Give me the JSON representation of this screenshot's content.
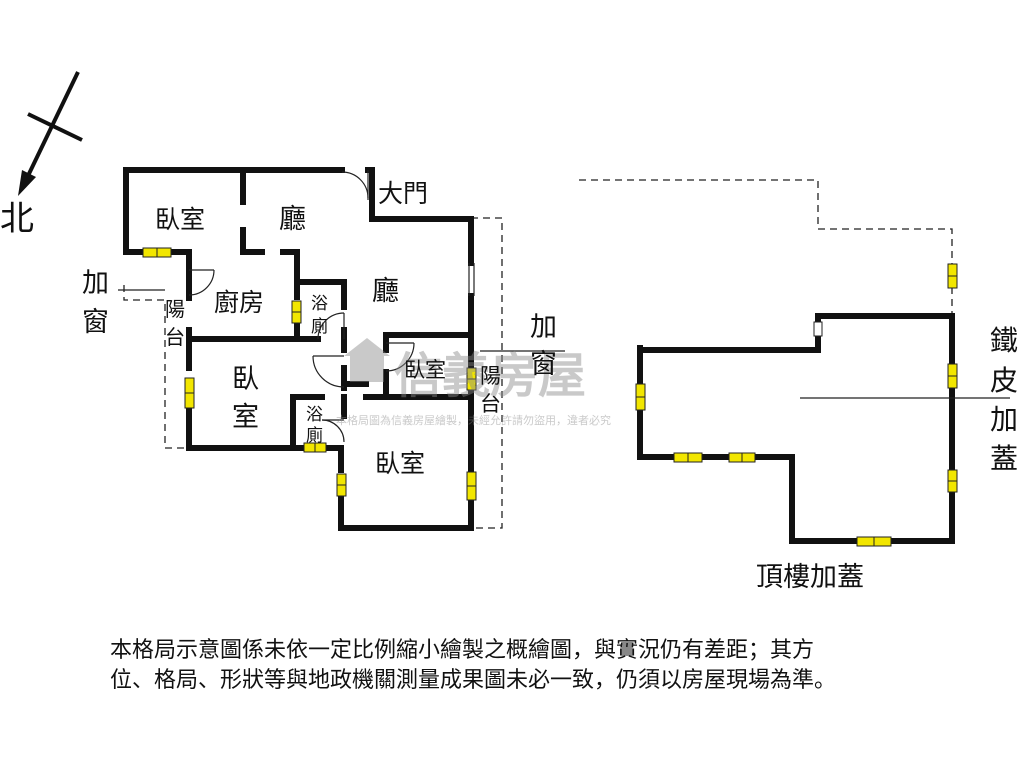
{
  "compass": {
    "north": "北"
  },
  "rooms": {
    "bedroom_nw": "臥室",
    "living_top": "廳",
    "main_door": "大門",
    "living_main": "廳",
    "kitchen": "廚房",
    "bath_top": [
      "浴",
      "廁"
    ],
    "bedroom_w": [
      "臥",
      "室"
    ],
    "bath_bottom": [
      "浴",
      "廁"
    ],
    "bedroom_small": "臥室",
    "bedroom_se": "臥室"
  },
  "annotations": {
    "add_window_left": [
      "加",
      "窗"
    ],
    "balcony_left": [
      "陽",
      "台"
    ],
    "add_window_right": [
      "加",
      "窗"
    ],
    "balcony_right": [
      "陽",
      "台"
    ],
    "iron_roof_addition": [
      "鐵",
      "皮",
      "加",
      "蓋"
    ],
    "rooftop_caption": "頂樓加蓋"
  },
  "watermark": {
    "brand": "信義房屋",
    "note": "本格局圖為信義房屋繪製，未經允許請勿盜用，違者必究"
  },
  "disclaimer": [
    "本格局示意圖係未依一定比例縮小繪製之概繪圖，與實況仍有差距；其方",
    "位、格局、形狀等與地政機關測量成果圖未必一致，仍須以房屋現場為準。"
  ],
  "colors": {
    "wall": "#111111",
    "window": "#f2e600",
    "watermark": "#9a9a9a"
  }
}
